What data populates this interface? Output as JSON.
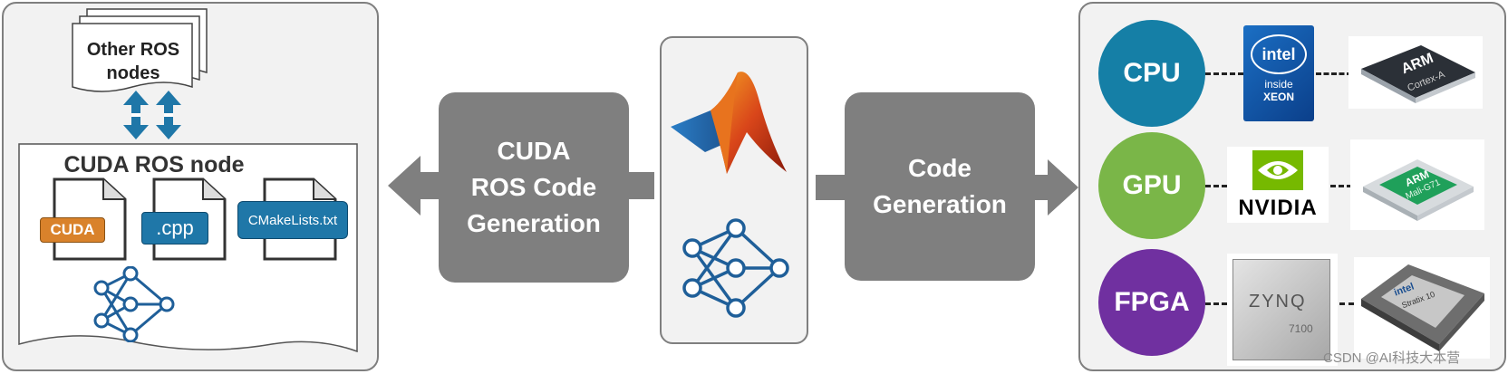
{
  "left_panel": {
    "other_nodes_label": "Other ROS\nnodes",
    "cuda_node_title": "CUDA ROS node",
    "files": [
      {
        "label": "CUDA",
        "color": "#d9822b"
      },
      {
        "label": ".cpp",
        "color": "#1f77a8"
      },
      {
        "label": "CMakeLists.txt",
        "color": "#1f77a8"
      }
    ]
  },
  "left_process": {
    "label": "CUDA\nROS Code\nGeneration"
  },
  "right_process": {
    "label": "Code\nGeneration"
  },
  "center_panel": {
    "icons": [
      "matlab-logo-icon",
      "neural-network-icon"
    ]
  },
  "targets": [
    {
      "label": "CPU",
      "color": "#157fa6",
      "chips": [
        "intel-xeon-chip",
        "arm-cortex-a-chip"
      ],
      "intel_text": {
        "brand": "intel",
        "line1": "inside",
        "line2": "XEON"
      },
      "arm_text": {
        "brand": "ARM",
        "sub": "Cortex-A"
      }
    },
    {
      "label": "GPU",
      "color": "#7ab648",
      "chips": [
        "nvidia-logo",
        "arm-mali-chip"
      ],
      "nvidia_text": "NVIDIA",
      "mali_text": {
        "brand": "ARM",
        "sub": "Mali-G71"
      }
    },
    {
      "label": "FPGA",
      "color": "#7030a0",
      "chips": [
        "xilinx-zynq-chip",
        "intel-stratix-chip"
      ],
      "zynq_text": {
        "brand": "ZYNQ",
        "model": "7100"
      },
      "stratix_text": {
        "brand": "intel",
        "model": "Stratix 10"
      }
    }
  ],
  "watermark": "CSDN @AI科技大本营",
  "colors": {
    "panel_border": "#7f7f7f",
    "panel_fill": "#f2f2f2",
    "process_gray": "#7f7f7f",
    "nn_blue": "#1f5f99"
  }
}
